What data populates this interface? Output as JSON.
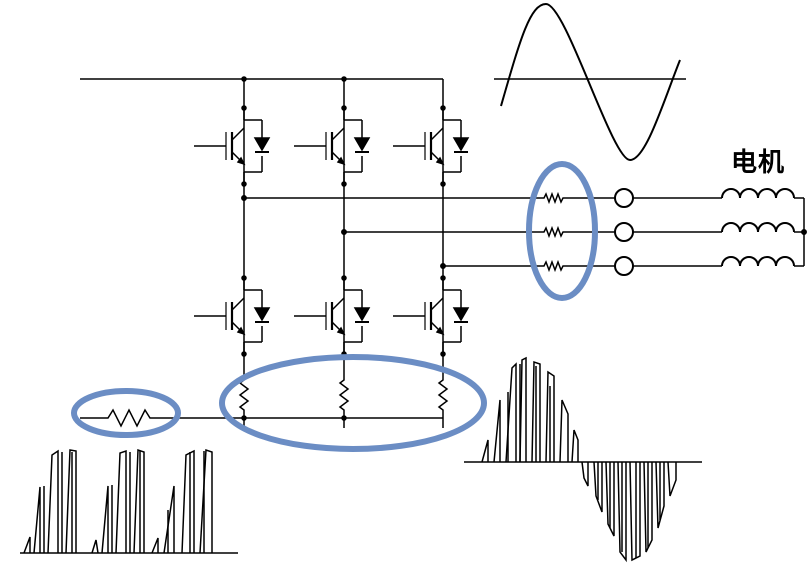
{
  "labels": {
    "motor": "电机"
  },
  "colors": {
    "line": "#000000",
    "highlight": "#6b8dc4",
    "background": "#ffffff"
  },
  "components": {
    "inverter_legs": 3,
    "switches_per_leg": 2,
    "phase_resistors": 3,
    "leg_shunt_resistors": 3,
    "dc_link_shunt_resistors": 1,
    "terminals": 3,
    "motor_windings": 3
  }
}
